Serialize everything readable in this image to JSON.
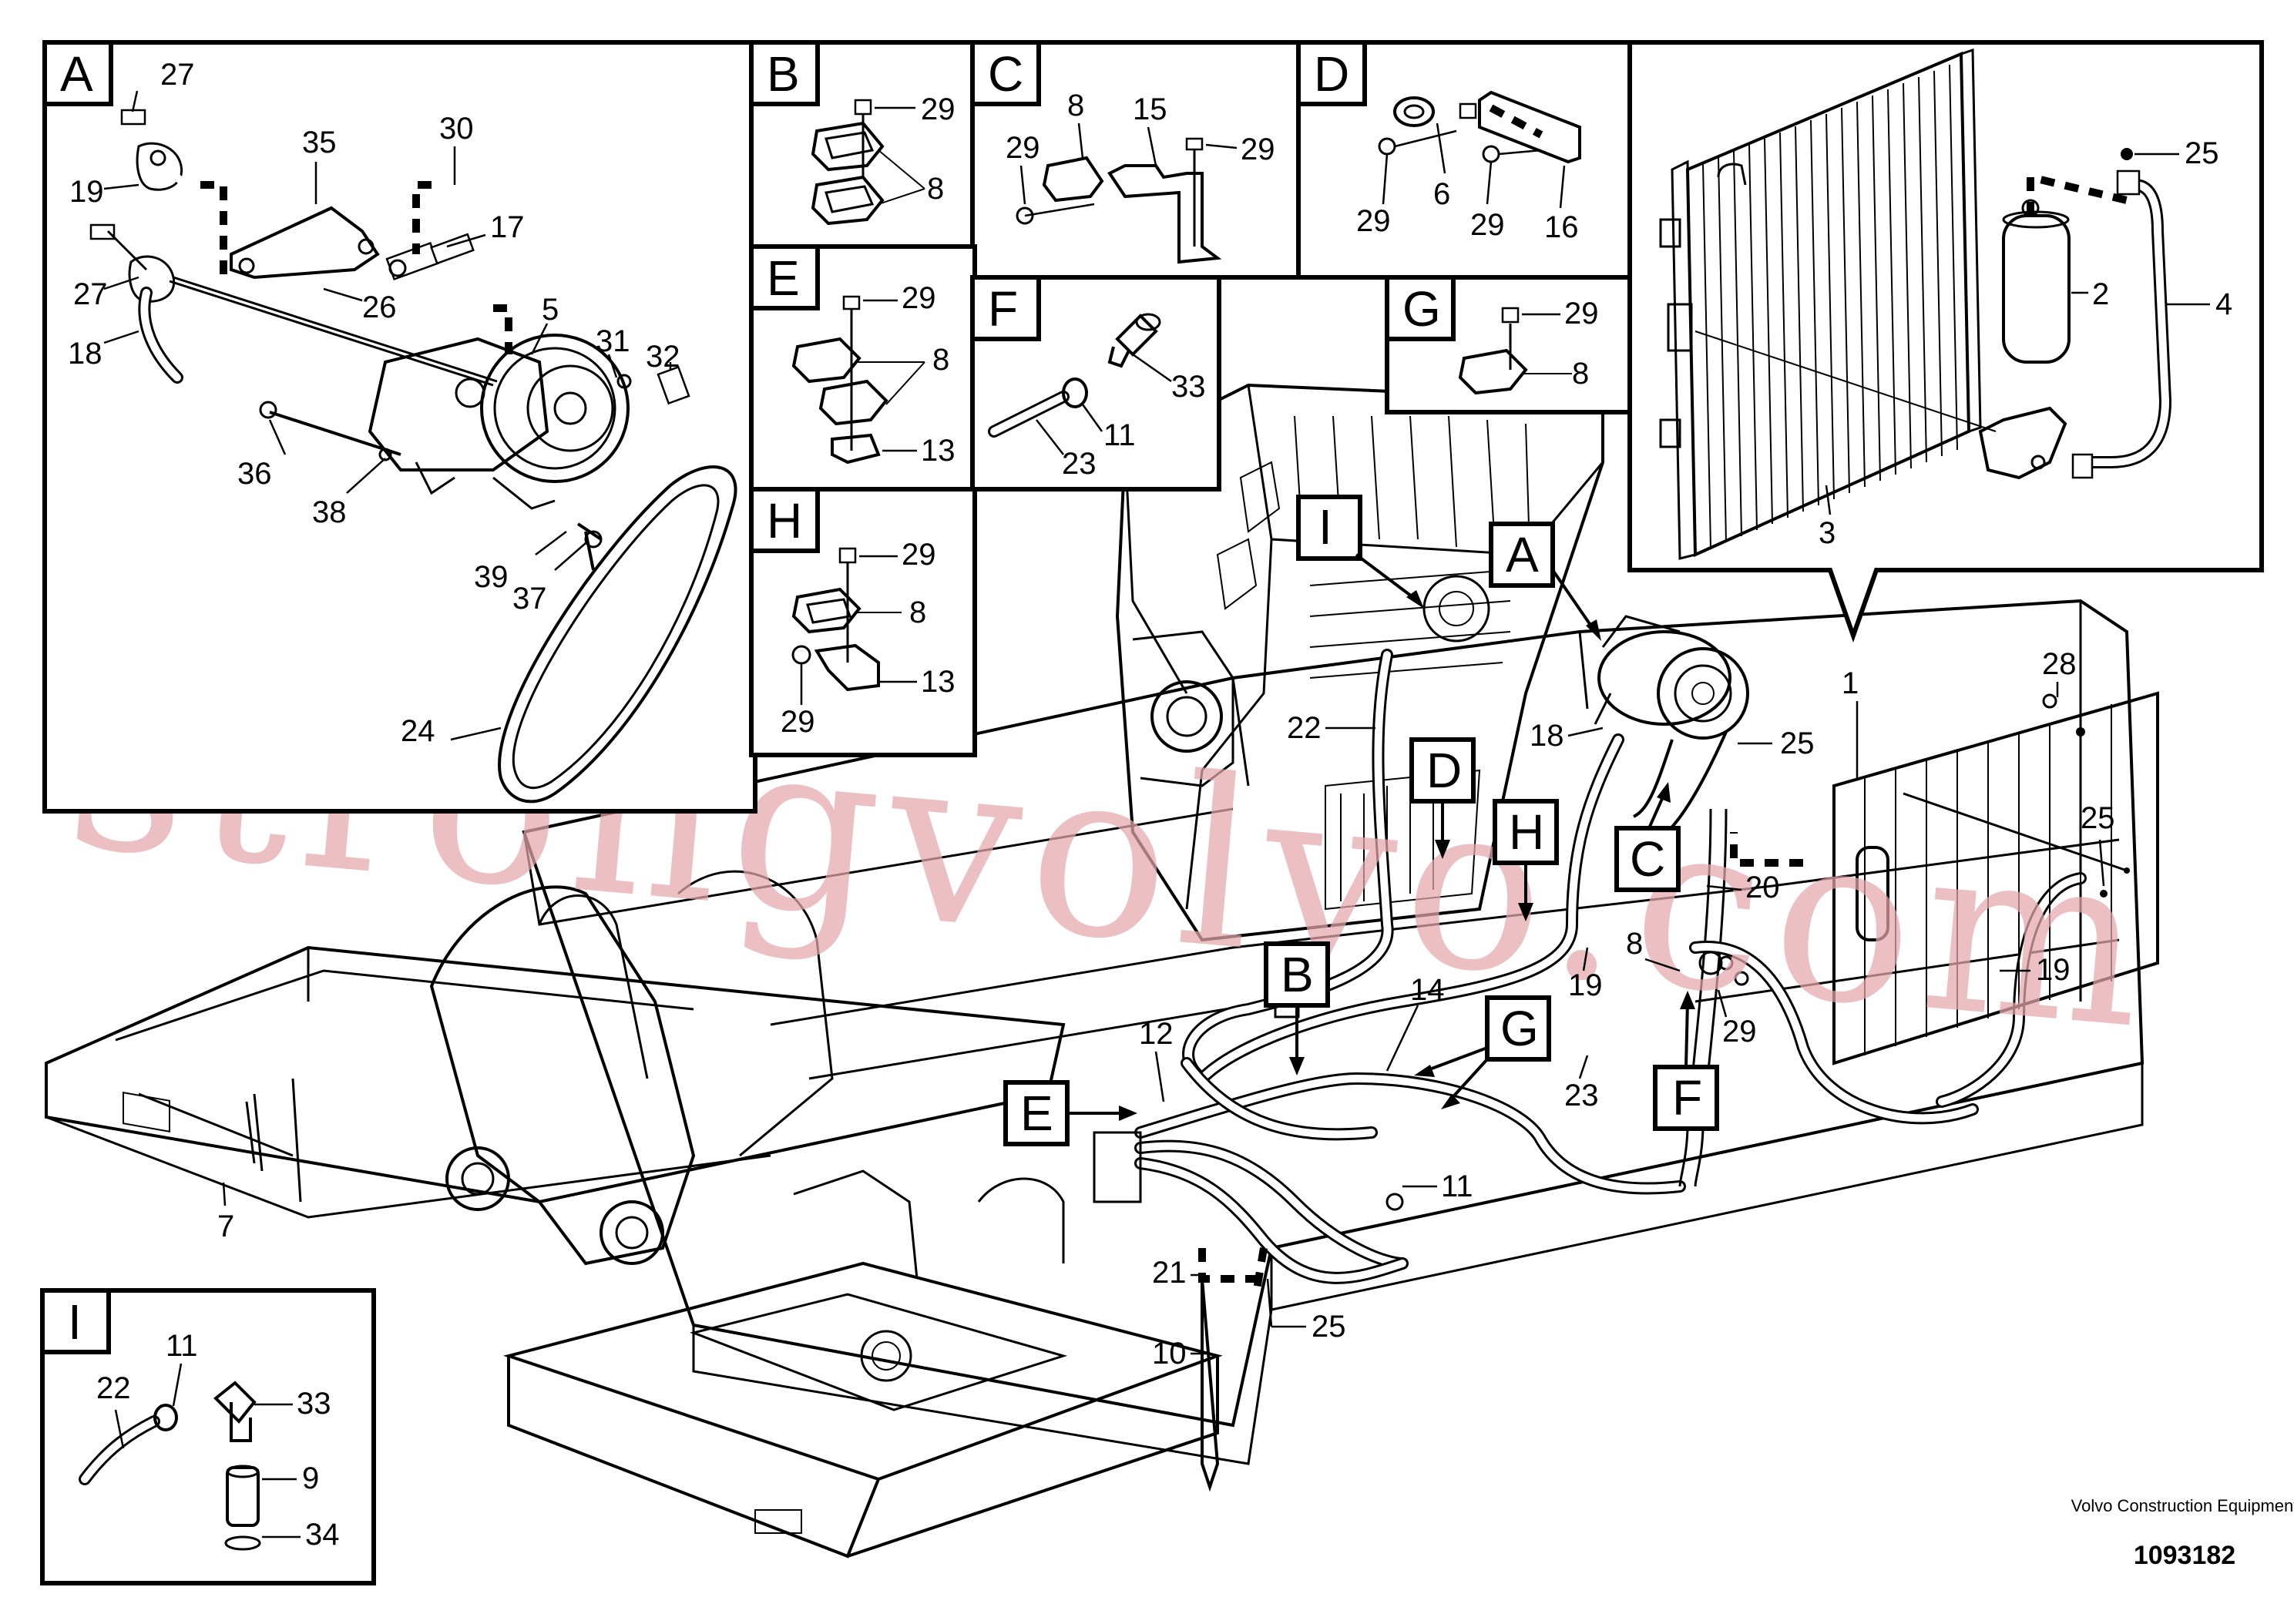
{
  "diagram": {
    "publisher": "Volvo Construction Equipment",
    "figure_number": "1093182",
    "watermark": "strongvolvo.com"
  },
  "detail_boxes": {
    "A": {
      "letter": "A",
      "callouts": [
        "27",
        "19",
        "27",
        "18",
        "35",
        "30",
        "17",
        "26",
        "5",
        "31",
        "32",
        "36",
        "38",
        "39",
        "37",
        "24"
      ]
    },
    "B": {
      "letter": "B",
      "callouts": [
        "29",
        "8"
      ]
    },
    "C": {
      "letter": "C",
      "callouts": [
        "8",
        "15",
        "29",
        "29"
      ]
    },
    "D": {
      "letter": "D",
      "callouts": [
        "29",
        "6",
        "29",
        "16"
      ]
    },
    "E": {
      "letter": "E",
      "callouts": [
        "29",
        "8",
        "13"
      ]
    },
    "F": {
      "letter": "F",
      "callouts": [
        "33",
        "11",
        "23"
      ]
    },
    "G": {
      "letter": "G",
      "callouts": [
        "29",
        "8"
      ]
    },
    "H": {
      "letter": "H",
      "callouts": [
        "29",
        "8",
        "13",
        "29"
      ]
    },
    "I": {
      "letter": "I",
      "callouts": [
        "11",
        "22",
        "33",
        "9",
        "34"
      ]
    },
    "condenser": {
      "callouts": [
        "25",
        "2",
        "4",
        "3"
      ]
    }
  },
  "main_view": {
    "callouts": [
      "1",
      "28",
      "25",
      "25",
      "18",
      "22",
      "20",
      "19",
      "19",
      "8",
      "29",
      "12",
      "14",
      "23",
      "11",
      "21",
      "25",
      "10",
      "7"
    ],
    "location_markers": [
      "I",
      "A",
      "D",
      "H",
      "C",
      "B",
      "G",
      "E",
      "F"
    ]
  }
}
